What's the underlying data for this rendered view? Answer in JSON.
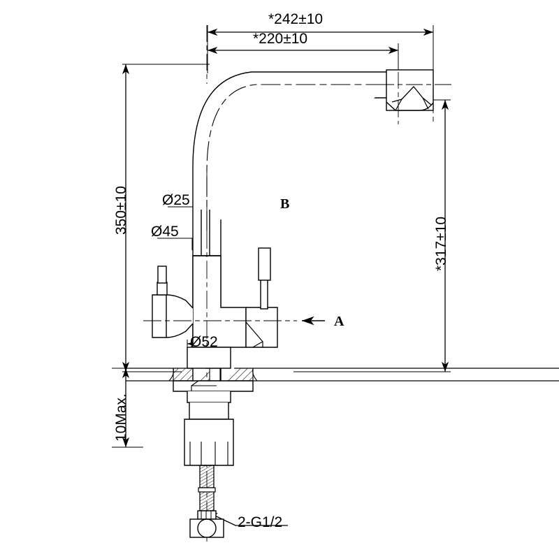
{
  "drawing": {
    "title": "Kitchen Mixer Tap Dimensional Drawing",
    "line_color": "#000000",
    "background": "#ffffff"
  },
  "dimensions": {
    "overall_spout_reach": "*242±10",
    "spout_reach_inner": "*220±10",
    "overall_height": "350±10",
    "spout_height": "*317±10",
    "riser_diameter": "Ø25",
    "body_diameter": "Ø45",
    "base_diameter": "Ø52",
    "counter_thickness": "10Max.",
    "thread_callout": "2-G1/2"
  },
  "view_arrows": {
    "top_view": "B",
    "side_view": "A"
  }
}
